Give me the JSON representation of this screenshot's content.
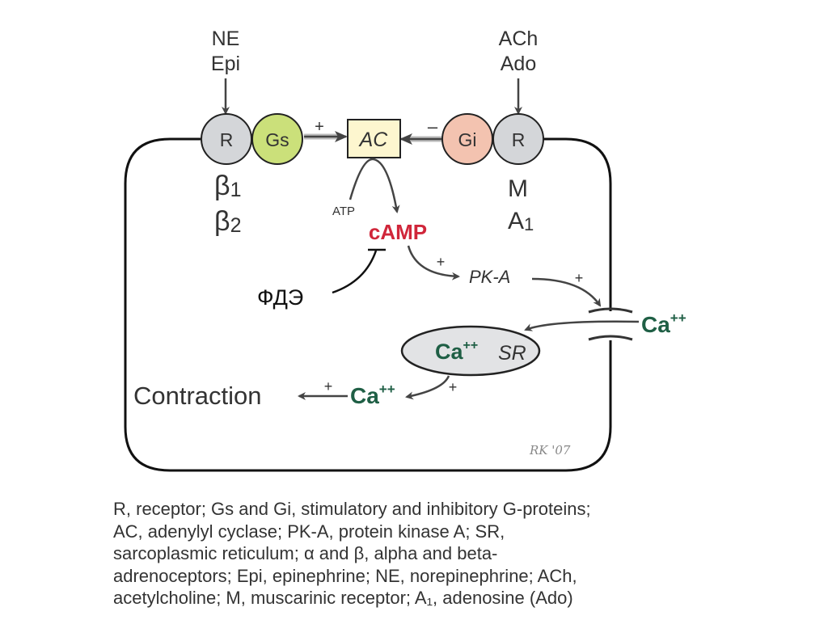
{
  "diagram": {
    "left_ligands": [
      "NE",
      "Epi"
    ],
    "right_ligands": [
      "ACh",
      "Ado"
    ],
    "left_receptor": "R",
    "left_gprotein": "Gs",
    "right_gprotein": "Gi",
    "right_receptor": "R",
    "enzyme": "AC",
    "plus_sign": "+",
    "minus_sign": "–",
    "left_receptor_types": [
      {
        "base": "β",
        "sub": "1"
      },
      {
        "base": "β",
        "sub": "2"
      }
    ],
    "right_receptor_types": [
      {
        "base": "M",
        "sub": ""
      },
      {
        "base": "A",
        "sub": "1"
      }
    ],
    "substrate": "ATP",
    "second_messenger": "cAMP",
    "inhibitor": "ФДЭ",
    "kinase": "PK-A",
    "calcium": "Ca",
    "calcium_charge": "++",
    "store": "SR",
    "effect": "Contraction",
    "signature": "RK '07",
    "colors": {
      "receptor": "#d4d6d9",
      "gs": "#cbe07a",
      "gi": "#f3c3b0",
      "ac_box": "#fdf6cf",
      "camp": "#d0263a",
      "calcium": "#1f5f45",
      "sr": "#e2e3e5"
    }
  },
  "legend": {
    "lines": [
      "R, receptor; Gs and Gi, stimulatory and inhibitory G-proteins;",
      "AC, adenylyl cyclase; PK-A, protein kinase A; SR,",
      "sarcoplasmic reticulum; α and β, alpha and beta-",
      "adrenoceptors; Epi, epinephrine; NE, norepinephrine; ACh,",
      "acetylcholine; M, muscarinic receptor; A₁, adenosine (Ado)"
    ]
  }
}
